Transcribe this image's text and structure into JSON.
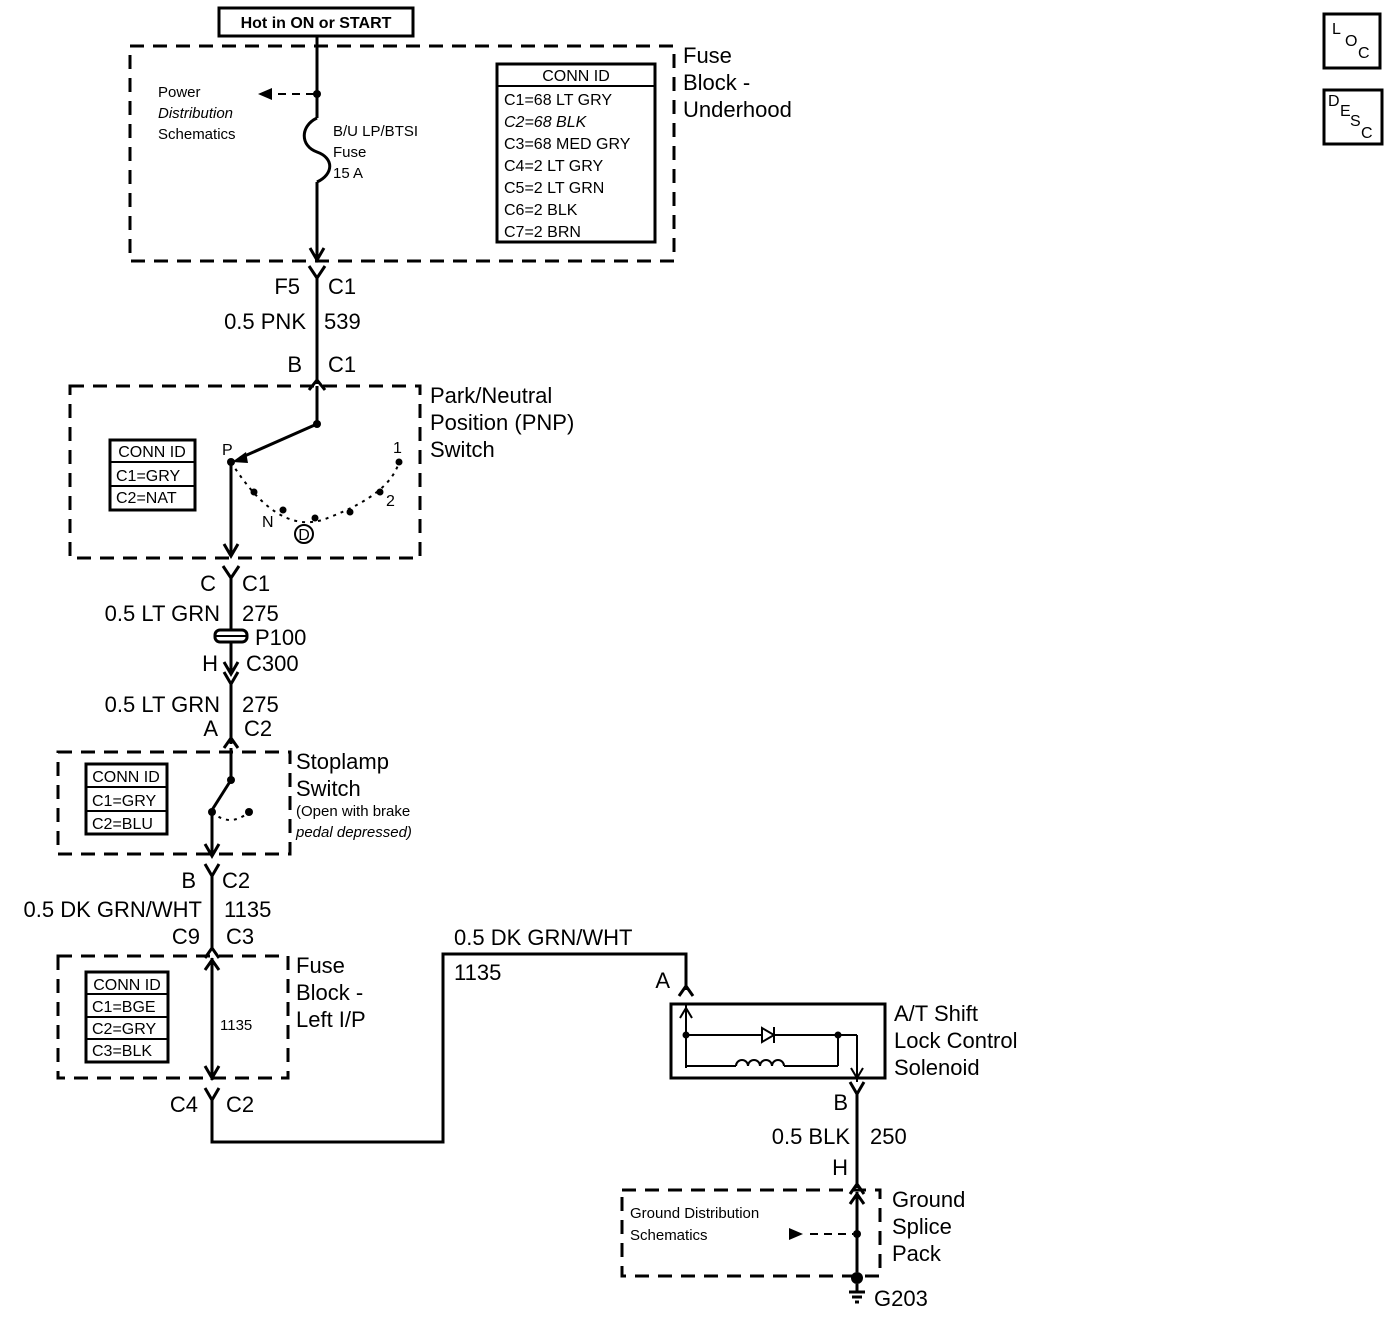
{
  "header": {
    "hot_label": "Hot in ON or START"
  },
  "side_icons": {
    "loc": {
      "l1": "L",
      "l2": "O",
      "l3": "C"
    },
    "desc": {
      "l1": "D",
      "l2": "E",
      "l3": "S",
      "l4": "C"
    }
  },
  "fuse_block_underhood": {
    "title": [
      "Fuse",
      "Block -",
      "Underhood"
    ],
    "power_ref": [
      "Power",
      "Distribution",
      "Schematics"
    ],
    "fuse": [
      "B/U LP/BTSI",
      "Fuse",
      "15 A"
    ],
    "conn_title": "CONN ID",
    "conn": [
      "C1=68 LT GRY",
      "C2=68 BLK",
      "C3=68 MED GRY",
      "C4=2 LT GRY",
      "C5=2 LT GRN",
      "C6=2 BLK",
      "C7=2 BRN"
    ]
  },
  "wire1": {
    "pin_top": "F5",
    "conn_top": "C1",
    "gauge": "0.5 PNK",
    "circuit": "539",
    "pin_bottom": "B",
    "conn_bottom": "C1"
  },
  "pnp_switch": {
    "title": [
      "Park/Neutral",
      "Position (PNP)",
      "Switch"
    ],
    "conn_title": "CONN ID",
    "conn": [
      "C1=GRY",
      "C2=NAT"
    ],
    "positions": {
      "p": "P",
      "n": "N",
      "d": "D",
      "two": "2",
      "one": "1"
    }
  },
  "wire2": {
    "pin_top": "C",
    "conn_top": "C1",
    "gauge": "0.5 LT GRN",
    "circuit": "275",
    "splice": "P100",
    "pin_mid": "H",
    "conn_mid": "C300"
  },
  "wire3": {
    "gauge": "0.5 LT GRN",
    "circuit": "275",
    "pin_bottom": "A",
    "conn_bottom": "C2"
  },
  "stoplamp_switch": {
    "title": [
      "Stoplamp",
      "Switch"
    ],
    "note": [
      "(Open with brake",
      "pedal depressed)"
    ],
    "conn_title": "CONN ID",
    "conn": [
      "C1=GRY",
      "C2=BLU"
    ]
  },
  "wire4": {
    "pin_top": "B",
    "conn_top": "C2",
    "gauge": "0.5 DK GRN/WHT",
    "circuit": "1135",
    "pin_bottom": "C9",
    "conn_bottom": "C3"
  },
  "fuse_block_left": {
    "title": [
      "Fuse",
      "Block -",
      "Left I/P"
    ],
    "conn_title": "CONN ID",
    "conn": [
      "C1=BGE",
      "C2=GRY",
      "C3=BLK"
    ],
    "internal_circuit": "1135",
    "pin_out": "C4",
    "conn_out": "C2"
  },
  "wire5": {
    "gauge": "0.5 DK GRN/WHT",
    "circuit": "1135",
    "pin": "A"
  },
  "solenoid": {
    "title": [
      "A/T Shift",
      "Lock Control",
      "Solenoid"
    ]
  },
  "wire6": {
    "pin_top": "B",
    "gauge": "0.5 BLK",
    "circuit": "250",
    "pin_bottom": "H"
  },
  "ground_splice": {
    "title": [
      "Ground",
      "Splice",
      "Pack"
    ],
    "ref": [
      "Ground Distribution",
      "Schematics"
    ],
    "ground": "G203"
  }
}
